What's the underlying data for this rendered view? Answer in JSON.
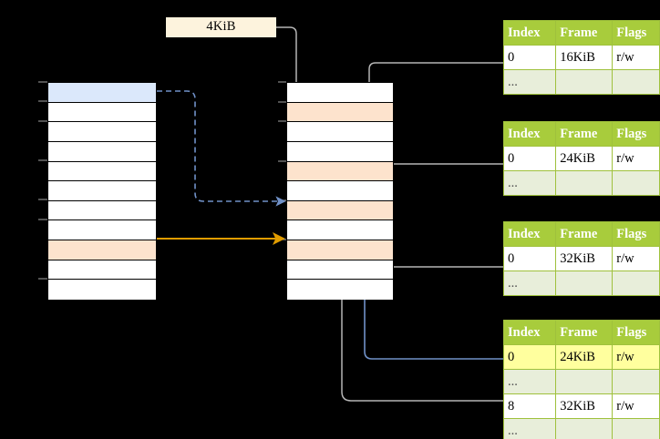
{
  "diagram": {
    "title": "page-table-walk",
    "colors": {
      "background": "#000000",
      "header_green": "#a8cc3c",
      "row_alt_green": "#e8eeda",
      "highlight_yellow": "#ffff9e",
      "peach_row": "#fde3cd",
      "blue_row": "#dbe8fb",
      "chip_cream": "#fdf3dd",
      "orange_arrow": "#e09c00",
      "blue_arrow": "#7091c8",
      "gray_arrow": "#b3b3b3"
    }
  },
  "chip": {
    "label": "4KiB"
  },
  "left_table": {
    "name": "virtual-address-space",
    "row_count": 11,
    "rows": [
      {
        "index": 0,
        "fill": "blue",
        "label": ""
      },
      {
        "index": 1,
        "fill": "white",
        "label": ""
      },
      {
        "index": 2,
        "fill": "white",
        "label": ""
      },
      {
        "index": 3,
        "fill": "white",
        "label": ""
      },
      {
        "index": 4,
        "fill": "white",
        "label": ""
      },
      {
        "index": 5,
        "fill": "white",
        "label": ""
      },
      {
        "index": 6,
        "fill": "white",
        "label": ""
      },
      {
        "index": 7,
        "fill": "white",
        "label": ""
      },
      {
        "index": 8,
        "fill": "peach",
        "label": ""
      },
      {
        "index": 9,
        "fill": "white",
        "label": ""
      },
      {
        "index": 10,
        "fill": "white",
        "label": ""
      }
    ]
  },
  "middle_table": {
    "name": "physical-memory-frames",
    "row_count": 11,
    "rows": [
      {
        "index": 0,
        "fill": "white",
        "label": ""
      },
      {
        "index": 1,
        "fill": "peach",
        "label": ""
      },
      {
        "index": 2,
        "fill": "white",
        "label": ""
      },
      {
        "index": 3,
        "fill": "white",
        "label": ""
      },
      {
        "index": 4,
        "fill": "peach",
        "label": ""
      },
      {
        "index": 5,
        "fill": "white",
        "label": ""
      },
      {
        "index": 6,
        "fill": "peach",
        "label": ""
      },
      {
        "index": 7,
        "fill": "white",
        "label": ""
      },
      {
        "index": 8,
        "fill": "peach",
        "label": ""
      },
      {
        "index": 9,
        "fill": "white",
        "label": ""
      },
      {
        "index": 10,
        "fill": "white",
        "label": ""
      }
    ]
  },
  "page_tables": [
    {
      "name": "page-table-level-4",
      "columns": [
        "Index",
        "Frame",
        "Flags"
      ],
      "rows": [
        {
          "style": "normal",
          "cells": [
            "0",
            "16KiB",
            "r/w"
          ],
          "highlight": [
            false,
            false,
            false
          ]
        },
        {
          "style": "ellipsis",
          "cells": [
            "...",
            "",
            ""
          ],
          "highlight": [
            false,
            false,
            false
          ]
        }
      ]
    },
    {
      "name": "page-table-level-3",
      "columns": [
        "Index",
        "Frame",
        "Flags"
      ],
      "rows": [
        {
          "style": "normal",
          "cells": [
            "0",
            "24KiB",
            "r/w"
          ],
          "highlight": [
            false,
            false,
            false
          ]
        },
        {
          "style": "ellipsis",
          "cells": [
            "...",
            "",
            ""
          ],
          "highlight": [
            false,
            false,
            false
          ]
        }
      ]
    },
    {
      "name": "page-table-level-2",
      "columns": [
        "Index",
        "Frame",
        "Flags"
      ],
      "rows": [
        {
          "style": "normal",
          "cells": [
            "0",
            "32KiB",
            "r/w"
          ],
          "highlight": [
            false,
            false,
            false
          ]
        },
        {
          "style": "ellipsis",
          "cells": [
            "...",
            "",
            ""
          ],
          "highlight": [
            false,
            false,
            false
          ]
        }
      ]
    },
    {
      "name": "page-table-level-1",
      "columns": [
        "Index",
        "Frame",
        "Flags"
      ],
      "rows": [
        {
          "style": "normal",
          "cells": [
            "0",
            "24KiB",
            "r/w"
          ],
          "highlight": [
            true,
            true,
            true
          ]
        },
        {
          "style": "ellipsis",
          "cells": [
            "...",
            "",
            ""
          ],
          "highlight": [
            false,
            false,
            false
          ]
        },
        {
          "style": "normal",
          "cells": [
            "8",
            "32KiB",
            "r/w"
          ],
          "highlight": [
            false,
            false,
            false
          ]
        },
        {
          "style": "ellipsis",
          "cells": [
            "...",
            "",
            ""
          ],
          "highlight": [
            false,
            false,
            false
          ]
        }
      ]
    }
  ],
  "connectors": [
    {
      "name": "chip-to-middle-row1",
      "color": "#b3b3b3",
      "style": "solid",
      "arrow": true
    },
    {
      "name": "pt4-row0-to-middle-row4",
      "color": "#b3b3b3",
      "style": "solid",
      "arrow": true
    },
    {
      "name": "pt3-row0-to-middle-row6",
      "color": "#b3b3b3",
      "style": "solid",
      "arrow": true
    },
    {
      "name": "pt2-row0-to-middle-row8",
      "color": "#b3b3b3",
      "style": "solid",
      "arrow": true
    },
    {
      "name": "pt1-row8-to-middle-row8",
      "color": "#b3b3b3",
      "style": "solid",
      "arrow": true
    },
    {
      "name": "pt1-row0-to-middle-row6",
      "color": "#7091c8",
      "style": "solid",
      "arrow": true
    },
    {
      "name": "left-row0-to-middle-row6",
      "color": "#7091c8",
      "style": "dashed",
      "arrow": true
    },
    {
      "name": "left-row8-to-middle-row8",
      "color": "#e09c00",
      "style": "solid",
      "arrow": true
    }
  ]
}
